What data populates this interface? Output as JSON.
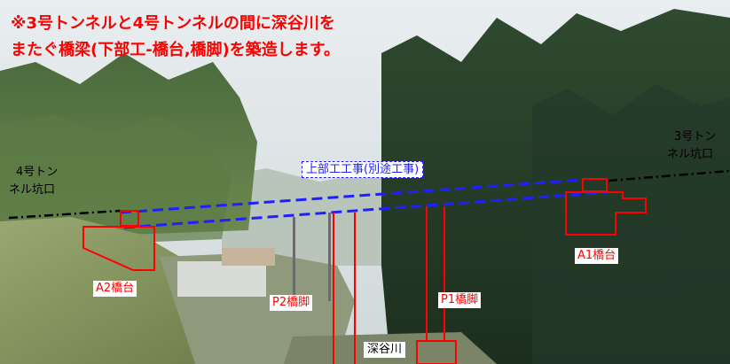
{
  "title": {
    "line1": "※3号トンネルと4号トンネルの間に深谷川を",
    "line2": "またぐ橋梁(下部工-橋台,橋脚)を築造します。"
  },
  "labels": {
    "tunnel3_line1": "3号トン",
    "tunnel3_line2": "ネル坑口",
    "tunnel4_line1": "4号トン",
    "tunnel4_line2": "ネル坑口",
    "superstructure": "上部工工事(別途工事)",
    "a1_abutment": "A1橋台",
    "a2_abutment": "A2橋台",
    "p1_pier": "P1橋脚",
    "p2_pier": "P2橋脚",
    "river": "深谷川"
  },
  "colors": {
    "accent_red": "#ff0000",
    "accent_blue": "#1f1fff",
    "alignment_black": "#000000"
  }
}
